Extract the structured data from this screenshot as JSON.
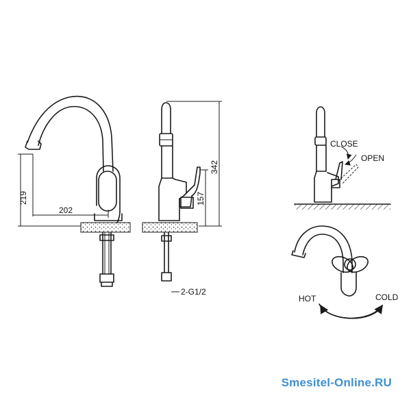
{
  "dimensions": {
    "height_to_spout": "219",
    "spout_reach": "202",
    "total_height": "342",
    "handle_height": "157",
    "connection": "2-G1/2"
  },
  "handle_positions": {
    "close": "CLOSE",
    "open": "OPEN"
  },
  "temperature": {
    "hot": "HOT",
    "cold": "COLD"
  },
  "watermark": "Smesitel-Online.RU",
  "colors": {
    "line": "#1a1a1a",
    "watermark": "#3d8fd6"
  }
}
